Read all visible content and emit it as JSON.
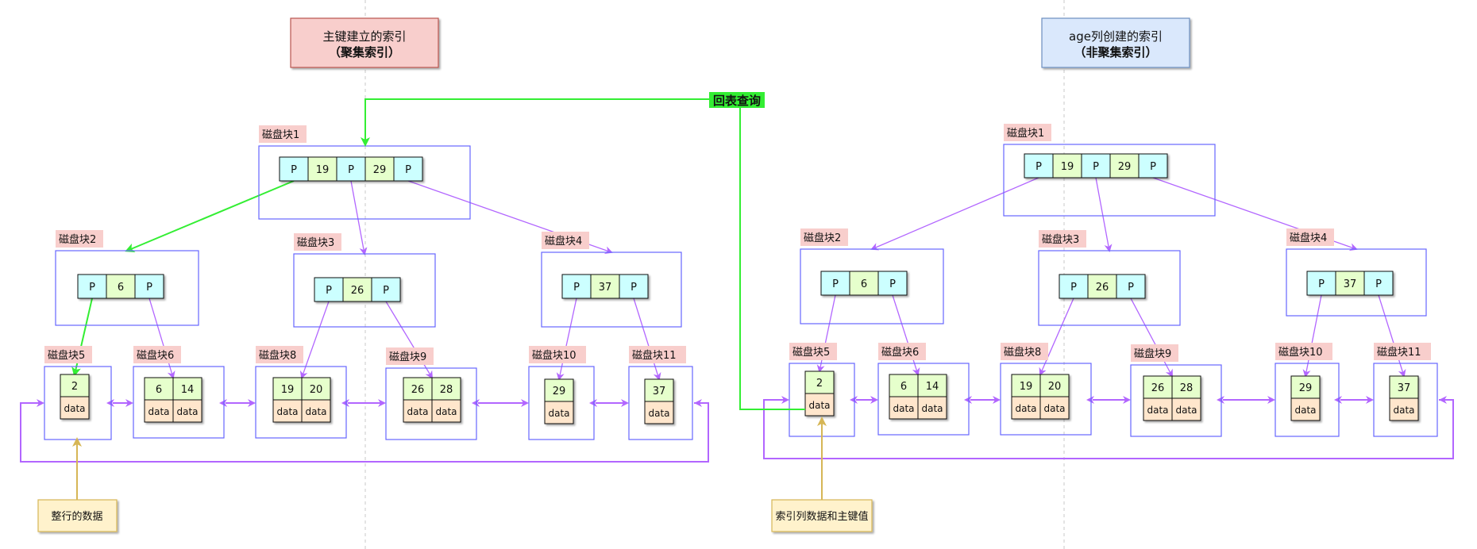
{
  "colors": {
    "pointer_cell": "#ccffff",
    "key_cell": "#e6ffcc",
    "data_cell": "#ffe6cc",
    "block_border": "#6666ff",
    "block_label_bg": "#f8cecc",
    "arrow_purple": "#b266ff",
    "arrow_green": "#33ee33",
    "note_bg": "#fff2cc",
    "note_border": "#d6b656",
    "title_clustered_bg": "#f8cecc",
    "title_clustered_border": "#b85450",
    "title_secondary_bg": "#dae8fc",
    "title_secondary_border": "#6c8ebf"
  },
  "titles": {
    "clustered": {
      "line1": "主键建立的索引",
      "line2": "（聚集索引）"
    },
    "secondary": {
      "line1": "age列创建的索引",
      "line2": "（非聚集索引）"
    }
  },
  "lookup_label": "回表查询",
  "notes": {
    "clustered": "整行的数据",
    "secondary": "索引列数据和主键值"
  },
  "pointer_label": "P",
  "data_label": "data",
  "trees": [
    {
      "blocks": {
        "root": {
          "label": "磁盘块1",
          "keys": [
            "19",
            "29"
          ]
        },
        "internal": [
          {
            "label": "磁盘块2",
            "keys": [
              "6"
            ]
          },
          {
            "label": "磁盘块3",
            "keys": [
              "26"
            ]
          },
          {
            "label": "磁盘块4",
            "keys": [
              "37"
            ]
          }
        ],
        "leaves": [
          {
            "label": "磁盘块5",
            "keys": [
              "2"
            ]
          },
          {
            "label": "磁盘块6",
            "keys": [
              "6",
              "14"
            ]
          },
          {
            "label": "磁盘块8",
            "keys": [
              "19",
              "20"
            ]
          },
          {
            "label": "磁盘块9",
            "keys": [
              "26",
              "28"
            ]
          },
          {
            "label": "磁盘块10",
            "keys": [
              "29"
            ]
          },
          {
            "label": "磁盘块11",
            "keys": [
              "37"
            ]
          }
        ]
      }
    },
    {
      "blocks": {
        "root": {
          "label": "磁盘块1",
          "keys": [
            "19",
            "29"
          ]
        },
        "internal": [
          {
            "label": "磁盘块2",
            "keys": [
              "6"
            ]
          },
          {
            "label": "磁盘块3",
            "keys": [
              "26"
            ]
          },
          {
            "label": "磁盘块4",
            "keys": [
              "37"
            ]
          }
        ],
        "leaves": [
          {
            "label": "磁盘块5",
            "keys": [
              "2"
            ]
          },
          {
            "label": "磁盘块6",
            "keys": [
              "6",
              "14"
            ]
          },
          {
            "label": "磁盘块8",
            "keys": [
              "19",
              "20"
            ]
          },
          {
            "label": "磁盘块9",
            "keys": [
              "26",
              "28"
            ]
          },
          {
            "label": "磁盘块10",
            "keys": [
              "29"
            ]
          },
          {
            "label": "磁盘块11",
            "keys": [
              "37"
            ]
          }
        ]
      }
    }
  ]
}
